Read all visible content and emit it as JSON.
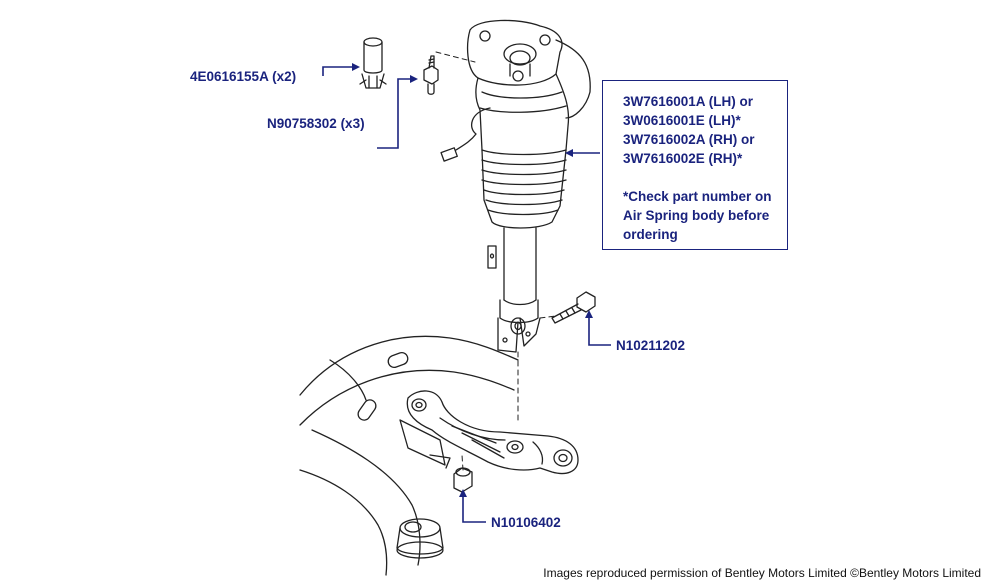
{
  "parts": {
    "clip": "4E0616155A (x2)",
    "screw": "N90758302 (x3)",
    "bolt": "N10211202",
    "nut": "N10106402"
  },
  "callout": {
    "lines": [
      "3W7616001A (LH) or",
      "3W0616001E (LH)*",
      "3W7616002A (RH) or",
      "3W7616002E (RH)*"
    ],
    "note_lines": [
      "*Check part number on",
      "Air Spring body before",
      "ordering"
    ]
  },
  "credit": "Images reproduced permission of Bentley Motors Limited ©Bentley Motors Limited",
  "colors": {
    "label": "#1a237e",
    "line": "#1a237e",
    "drawing": "#222222"
  }
}
